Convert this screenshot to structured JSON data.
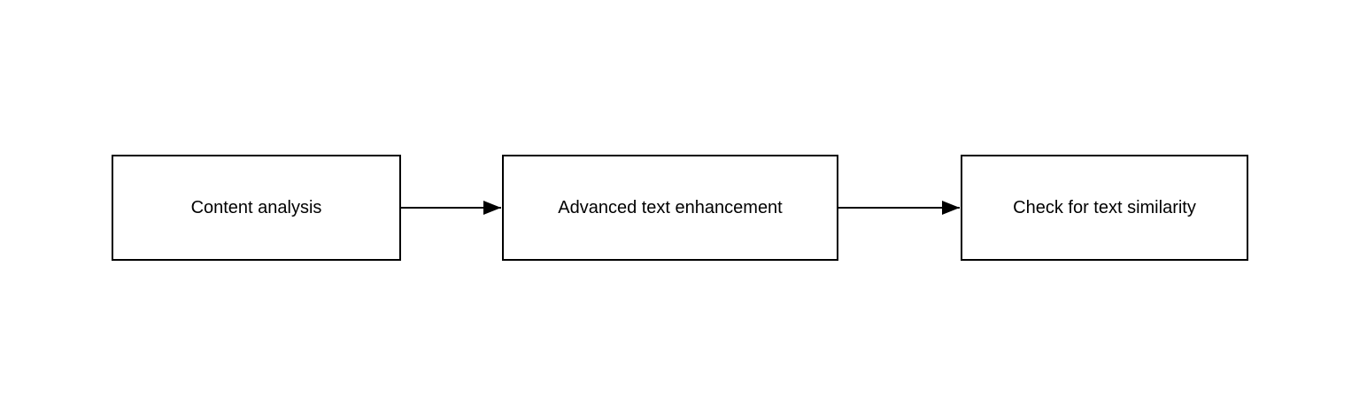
{
  "diagram": {
    "type": "flowchart",
    "direction": "left-to-right",
    "colors": {
      "background": "#ffffff",
      "node_fill": "#ffffff",
      "node_border": "#000000",
      "text": "#000000",
      "arrow": "#000000"
    },
    "nodes": [
      {
        "label": "Content analysis"
      },
      {
        "label": "Advanced text enhancement"
      },
      {
        "label": "Check for text similarity"
      }
    ],
    "edges": [
      {
        "from": "Content analysis",
        "to": "Advanced text enhancement",
        "style": "solid-arrow"
      },
      {
        "from": "Advanced text enhancement",
        "to": "Check for text similarity",
        "style": "solid-arrow"
      }
    ]
  }
}
